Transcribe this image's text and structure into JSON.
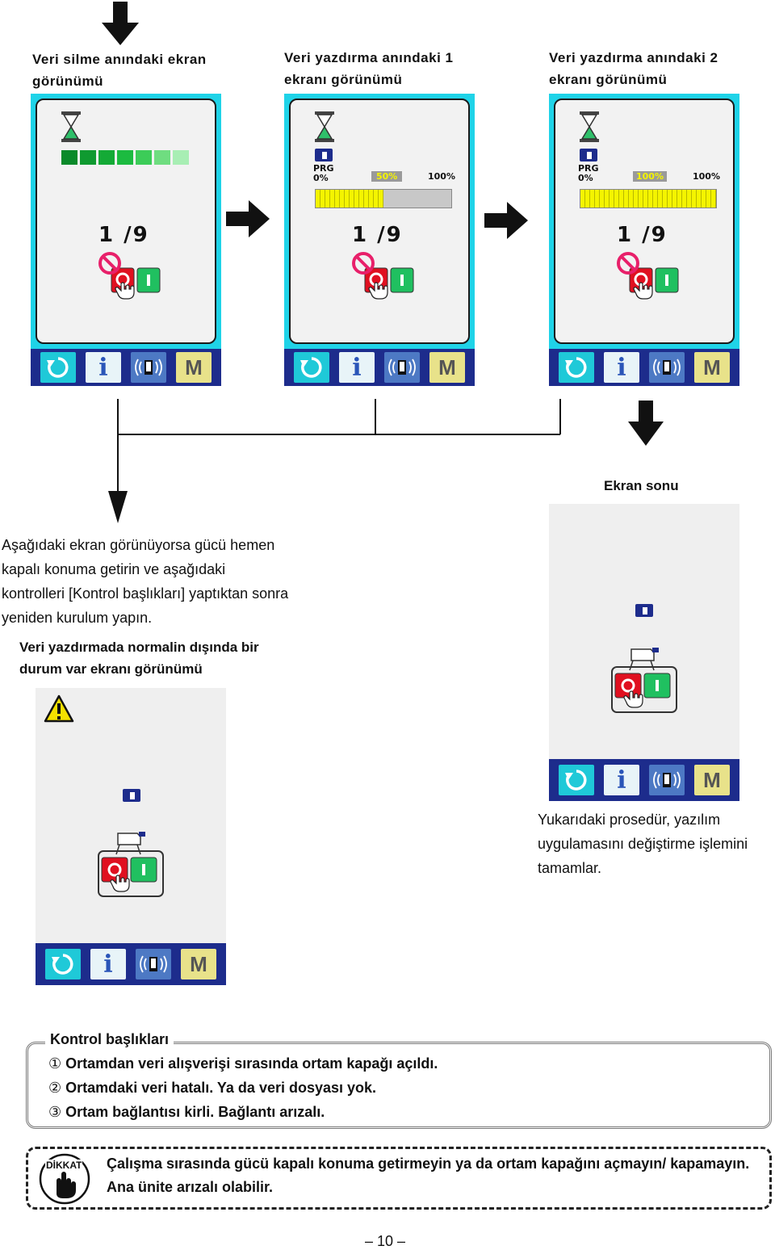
{
  "captions": {
    "delete_screen": "Veri silme anındaki ekran görünümü",
    "write1_screen": "Veri yazdırma anındaki 1 ekranı görünümü",
    "write2_screen": "Veri yazdırma anındaki 2 ekranı görünümü",
    "screen_end": "Ekran sonu",
    "error_screen": "Veri yazdırmada normalin dışında bir durum var ekranı görünümü"
  },
  "screens": {
    "fraction": "1 /9",
    "prg_label": "PRG",
    "pct_start": "0%",
    "pct_end": "100%",
    "write1_progress_label": "50%",
    "write2_progress_label": "100%",
    "write1_progress": 0.5,
    "write2_progress": 1.0,
    "delete_segments_lit": 7
  },
  "paragraphs": {
    "power_off_instruction": "Aşağıdaki ekran görünüyorsa gücü hemen kapalı konuma getirin ve aşağıdaki kontrolleri [Kontrol başlıkları] yaptıktan sonra yeniden kurulum yapın.",
    "procedure_complete": "Yukarıdaki prosedür, yazılım uygulamasını değiştirme işlemini tamamlar."
  },
  "toolbar": {
    "info_label": "i",
    "mode_label": "M"
  },
  "checks": {
    "title": "Kontrol başlıkları",
    "items": [
      {
        "num": "①",
        "text": "Ortamdan veri alışverişi sırasında ortam kapağı açıldı."
      },
      {
        "num": "②",
        "text": "Ortamdaki veri hatalı. Ya da veri dosyası yok."
      },
      {
        "num": "③",
        "text": "Ortam bağlantısı kirli. Bağlantı arızalı."
      }
    ]
  },
  "caution": {
    "badge": "DİKKAT",
    "text": "Çalışma sırasında gücü kapalı konuma getirmeyin ya da ortam kapağını açmayın/ kapamayın. Ana ünite arızalı olabilir."
  },
  "page_number": "– 10 –",
  "colors": {
    "cyan": "#1fd3e8",
    "navy": "#1d2c8c",
    "red": "#e01020",
    "green": "#20c060",
    "yellow": "#f4f400"
  }
}
